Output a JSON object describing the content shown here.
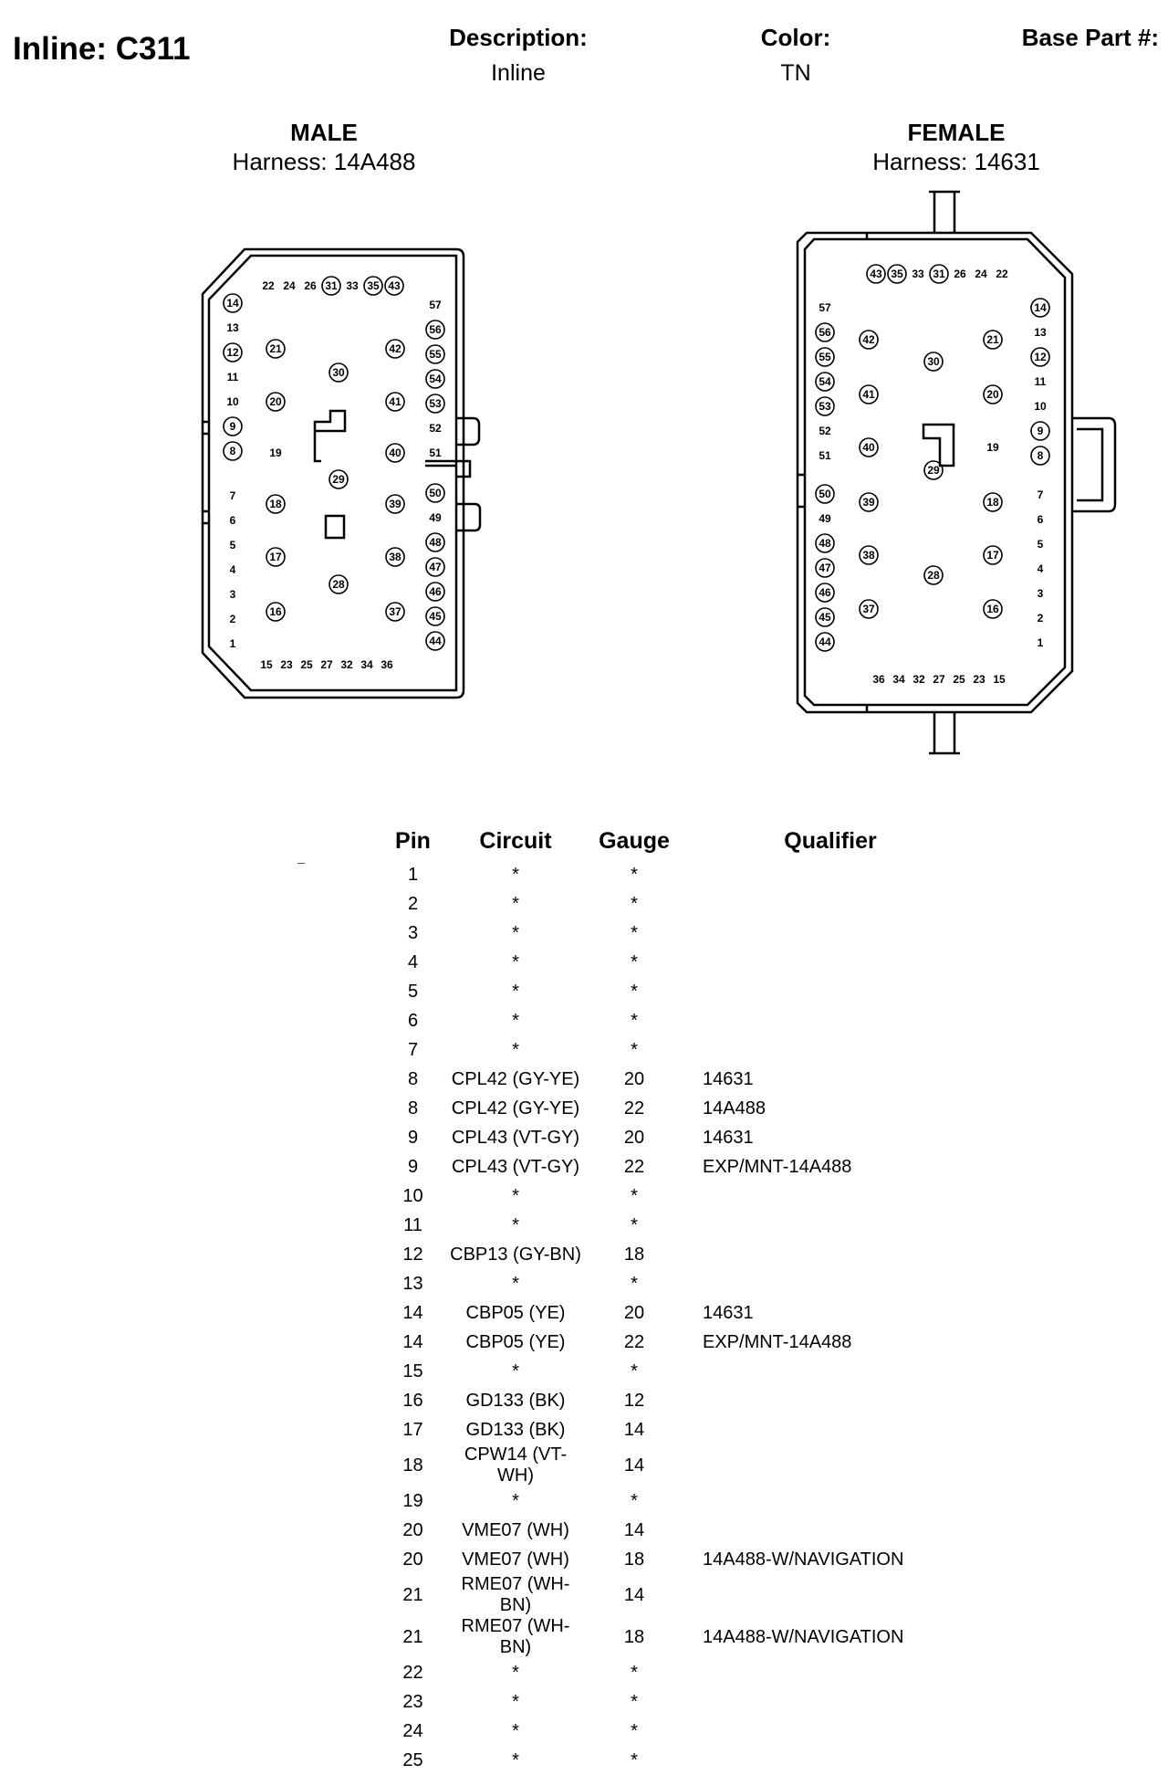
{
  "header": {
    "title": "Inline: C311",
    "description_label": "Description:",
    "description_value": "Inline",
    "color_label": "Color:",
    "color_value": "TN",
    "base_part_label": "Base Part #:"
  },
  "male": {
    "label": "MALE",
    "harness": "Harness: 14A488"
  },
  "female": {
    "label": "FEMALE",
    "harness": "Harness: 14631"
  },
  "table": {
    "columns": [
      "Pin",
      "Circuit",
      "Gauge",
      "Qualifier"
    ],
    "rows": [
      {
        "pin": "1",
        "circuit": "*",
        "gauge": "*",
        "qualifier": ""
      },
      {
        "pin": "2",
        "circuit": "*",
        "gauge": "*",
        "qualifier": ""
      },
      {
        "pin": "3",
        "circuit": "*",
        "gauge": "*",
        "qualifier": ""
      },
      {
        "pin": "4",
        "circuit": "*",
        "gauge": "*",
        "qualifier": ""
      },
      {
        "pin": "5",
        "circuit": "*",
        "gauge": "*",
        "qualifier": ""
      },
      {
        "pin": "6",
        "circuit": "*",
        "gauge": "*",
        "qualifier": ""
      },
      {
        "pin": "7",
        "circuit": "*",
        "gauge": "*",
        "qualifier": ""
      },
      {
        "pin": "8",
        "circuit": "CPL42 (GY-YE)",
        "gauge": "20",
        "qualifier": "14631"
      },
      {
        "pin": "8",
        "circuit": "CPL42 (GY-YE)",
        "gauge": "22",
        "qualifier": "14A488"
      },
      {
        "pin": "9",
        "circuit": "CPL43 (VT-GY)",
        "gauge": "20",
        "qualifier": "14631"
      },
      {
        "pin": "9",
        "circuit": "CPL43 (VT-GY)",
        "gauge": "22",
        "qualifier": "EXP/MNT-14A488"
      },
      {
        "pin": "10",
        "circuit": "*",
        "gauge": "*",
        "qualifier": ""
      },
      {
        "pin": "11",
        "circuit": "*",
        "gauge": "*",
        "qualifier": ""
      },
      {
        "pin": "12",
        "circuit": "CBP13 (GY-BN)",
        "gauge": "18",
        "qualifier": ""
      },
      {
        "pin": "13",
        "circuit": "*",
        "gauge": "*",
        "qualifier": ""
      },
      {
        "pin": "14",
        "circuit": "CBP05 (YE)",
        "gauge": "20",
        "qualifier": "14631"
      },
      {
        "pin": "14",
        "circuit": "CBP05 (YE)",
        "gauge": "22",
        "qualifier": "EXP/MNT-14A488"
      },
      {
        "pin": "15",
        "circuit": "*",
        "gauge": "*",
        "qualifier": ""
      },
      {
        "pin": "16",
        "circuit": "GD133 (BK)",
        "gauge": "12",
        "qualifier": ""
      },
      {
        "pin": "17",
        "circuit": "GD133 (BK)",
        "gauge": "14",
        "qualifier": ""
      },
      {
        "pin": "18",
        "circuit": "CPW14 (VT-WH)",
        "gauge": "14",
        "qualifier": ""
      },
      {
        "pin": "19",
        "circuit": "*",
        "gauge": "*",
        "qualifier": ""
      },
      {
        "pin": "20",
        "circuit": "VME07 (WH)",
        "gauge": "14",
        "qualifier": ""
      },
      {
        "pin": "20",
        "circuit": "VME07 (WH)",
        "gauge": "18",
        "qualifier": "14A488-W/NAVIGATION"
      },
      {
        "pin": "21",
        "circuit": "RME07 (WH-BN)",
        "gauge": "14",
        "qualifier": ""
      },
      {
        "pin": "21",
        "circuit": "RME07 (WH-BN)",
        "gauge": "18",
        "qualifier": "14A488-W/NAVIGATION"
      },
      {
        "pin": "22",
        "circuit": "*",
        "gauge": "*",
        "qualifier": ""
      },
      {
        "pin": "23",
        "circuit": "*",
        "gauge": "*",
        "qualifier": ""
      },
      {
        "pin": "24",
        "circuit": "*",
        "gauge": "*",
        "qualifier": ""
      },
      {
        "pin": "25",
        "circuit": "*",
        "gauge": "*",
        "qualifier": ""
      }
    ]
  },
  "pins": {
    "male": {
      "top": [
        {
          "n": "22",
          "c": false
        },
        {
          "n": "24",
          "c": false
        },
        {
          "n": "26",
          "c": false
        },
        {
          "n": "31",
          "c": true
        },
        {
          "n": "33",
          "c": false
        },
        {
          "n": "35",
          "c": true
        },
        {
          "n": "43",
          "c": true
        }
      ],
      "left": [
        {
          "n": "14",
          "c": true
        },
        {
          "n": "13",
          "c": false
        },
        {
          "n": "12",
          "c": true
        },
        {
          "n": "11",
          "c": false
        },
        {
          "n": "10",
          "c": false
        },
        {
          "n": "9",
          "c": true
        },
        {
          "n": "8",
          "c": true
        }
      ],
      "left_low": [
        {
          "n": "7",
          "c": false
        },
        {
          "n": "6",
          "c": false
        },
        {
          "n": "5",
          "c": false
        },
        {
          "n": "4",
          "c": false
        },
        {
          "n": "3",
          "c": false
        },
        {
          "n": "2",
          "c": false
        },
        {
          "n": "1",
          "c": false
        }
      ],
      "right": [
        {
          "n": "57",
          "c": false
        },
        {
          "n": "56",
          "c": true
        },
        {
          "n": "55",
          "c": true
        },
        {
          "n": "54",
          "c": true
        },
        {
          "n": "53",
          "c": true
        },
        {
          "n": "52",
          "c": false
        },
        {
          "n": "51",
          "c": false
        }
      ],
      "right_low": [
        {
          "n": "50",
          "c": true
        },
        {
          "n": "49",
          "c": false
        },
        {
          "n": "48",
          "c": true
        },
        {
          "n": "47",
          "c": true
        },
        {
          "n": "46",
          "c": true
        },
        {
          "n": "45",
          "c": true
        },
        {
          "n": "44",
          "c": true
        }
      ],
      "bottom": [
        {
          "n": "15",
          "c": false
        },
        {
          "n": "23",
          "c": false
        },
        {
          "n": "25",
          "c": false
        },
        {
          "n": "27",
          "c": false
        },
        {
          "n": "32",
          "c": false
        },
        {
          "n": "34",
          "c": false
        },
        {
          "n": "36",
          "c": false
        }
      ],
      "inner": [
        {
          "n": "21",
          "c": true
        },
        {
          "n": "20",
          "c": true
        },
        {
          "n": "19",
          "c": false
        },
        {
          "n": "18",
          "c": true
        },
        {
          "n": "17",
          "c": true
        },
        {
          "n": "16",
          "c": true
        },
        {
          "n": "42",
          "c": true
        },
        {
          "n": "41",
          "c": true
        },
        {
          "n": "40",
          "c": true
        },
        {
          "n": "39",
          "c": true
        },
        {
          "n": "38",
          "c": true
        },
        {
          "n": "37",
          "c": true
        },
        {
          "n": "30",
          "c": true
        },
        {
          "n": "29",
          "c": true
        },
        {
          "n": "28",
          "c": true
        }
      ]
    },
    "female": {
      "top": [
        {
          "n": "43",
          "c": true
        },
        {
          "n": "35",
          "c": true
        },
        {
          "n": "33",
          "c": false
        },
        {
          "n": "31",
          "c": true
        },
        {
          "n": "26",
          "c": false
        },
        {
          "n": "24",
          "c": false
        },
        {
          "n": "22",
          "c": false
        }
      ],
      "right": [
        {
          "n": "14",
          "c": true
        },
        {
          "n": "13",
          "c": false
        },
        {
          "n": "12",
          "c": true
        },
        {
          "n": "11",
          "c": false
        },
        {
          "n": "10",
          "c": false
        },
        {
          "n": "9",
          "c": true
        },
        {
          "n": "8",
          "c": true
        }
      ],
      "right_low": [
        {
          "n": "7",
          "c": false
        },
        {
          "n": "6",
          "c": false
        },
        {
          "n": "5",
          "c": false
        },
        {
          "n": "4",
          "c": false
        },
        {
          "n": "3",
          "c": false
        },
        {
          "n": "2",
          "c": false
        },
        {
          "n": "1",
          "c": false
        }
      ],
      "left": [
        {
          "n": "57",
          "c": false
        },
        {
          "n": "56",
          "c": true
        },
        {
          "n": "55",
          "c": true
        },
        {
          "n": "54",
          "c": true
        },
        {
          "n": "53",
          "c": true
        },
        {
          "n": "52",
          "c": false
        },
        {
          "n": "51",
          "c": false
        }
      ],
      "left_low": [
        {
          "n": "50",
          "c": true
        },
        {
          "n": "49",
          "c": false
        },
        {
          "n": "48",
          "c": true
        },
        {
          "n": "47",
          "c": true
        },
        {
          "n": "46",
          "c": true
        },
        {
          "n": "45",
          "c": true
        },
        {
          "n": "44",
          "c": true
        }
      ],
      "bottom": [
        {
          "n": "36",
          "c": false
        },
        {
          "n": "34",
          "c": false
        },
        {
          "n": "32",
          "c": false
        },
        {
          "n": "27",
          "c": false
        },
        {
          "n": "25",
          "c": false
        },
        {
          "n": "23",
          "c": false
        },
        {
          "n": "15",
          "c": false
        }
      ],
      "inner": [
        {
          "n": "42",
          "c": true
        },
        {
          "n": "41",
          "c": true
        },
        {
          "n": "40",
          "c": true
        },
        {
          "n": "39",
          "c": true
        },
        {
          "n": "38",
          "c": true
        },
        {
          "n": "37",
          "c": true
        },
        {
          "n": "21",
          "c": true
        },
        {
          "n": "20",
          "c": true
        },
        {
          "n": "19",
          "c": false
        },
        {
          "n": "18",
          "c": true
        },
        {
          "n": "17",
          "c": true
        },
        {
          "n": "16",
          "c": true
        },
        {
          "n": "30",
          "c": true
        },
        {
          "n": "29",
          "c": true
        },
        {
          "n": "28",
          "c": true
        }
      ]
    }
  }
}
